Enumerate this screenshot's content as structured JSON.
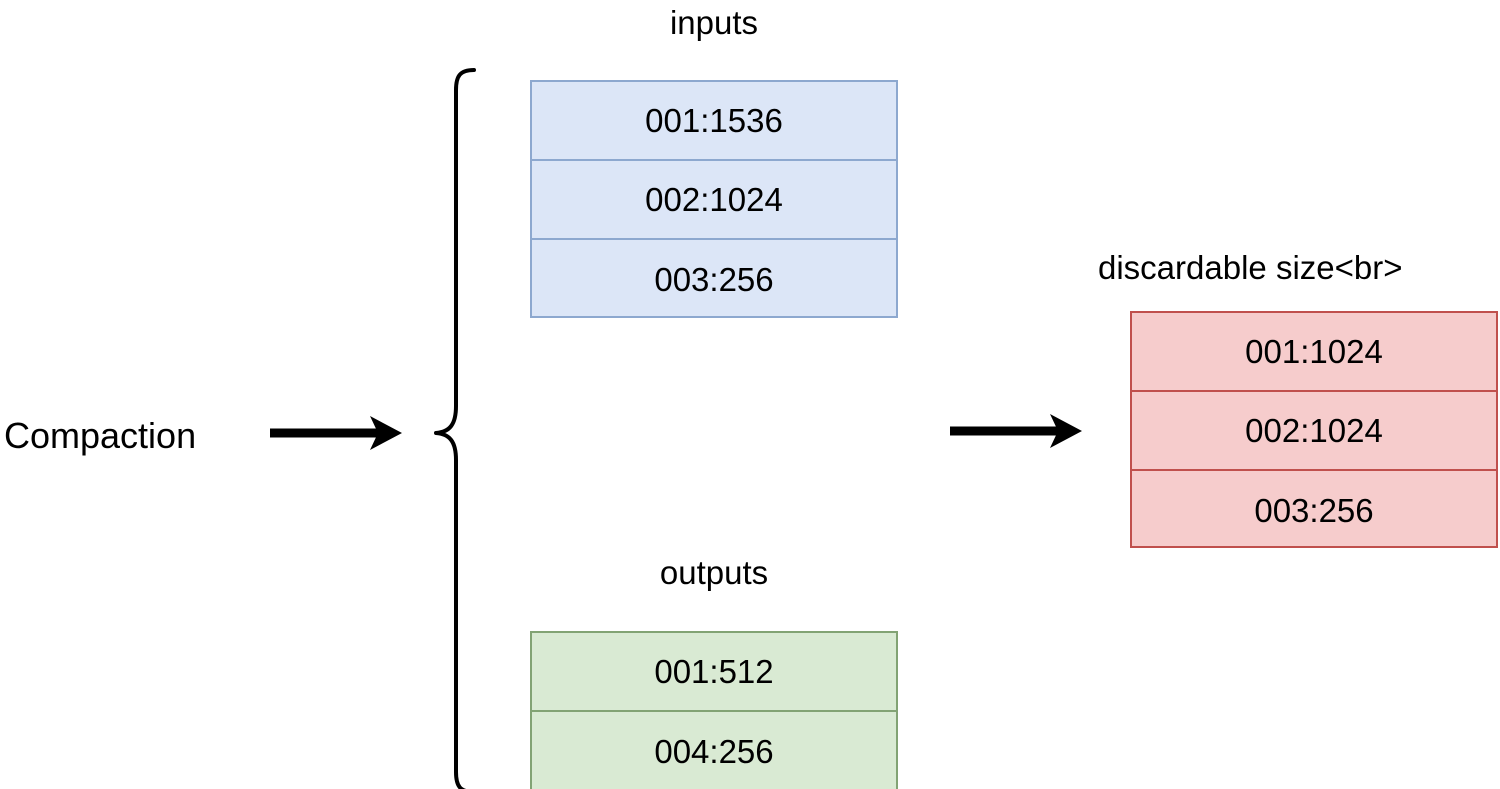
{
  "diagram": {
    "title_text": "Compaction",
    "type": "flow",
    "process_label": "Compaction",
    "groups": {
      "inputs": {
        "label": "inputs",
        "color_fill": "#dce6f7",
        "color_border": "#8da8cf",
        "rows": [
          {
            "text": "001:1536",
            "file": "001",
            "size": 1536
          },
          {
            "text": "002:1024",
            "file": "002",
            "size": 1024
          },
          {
            "text": "003:256",
            "file": "003",
            "size": 256
          }
        ]
      },
      "outputs": {
        "label": "outputs",
        "color_fill": "#d9ead3",
        "color_border": "#82a374",
        "rows": [
          {
            "text": "001:512",
            "file": "001",
            "size": 512
          },
          {
            "text": "004:256",
            "file": "004",
            "size": 256
          }
        ]
      },
      "discardable": {
        "label": "discardable size<br>",
        "color_fill": "#f6cccc",
        "color_border": "#c0504d",
        "rows": [
          {
            "text": "001:1024",
            "file": "001",
            "size": 1024
          },
          {
            "text": "002:1024",
            "file": "002",
            "size": 1024
          },
          {
            "text": "003:256",
            "file": "003",
            "size": 256
          }
        ]
      }
    },
    "connectors": {
      "arrow_in": "arrow-right-icon",
      "arrow_out": "arrow-right-icon",
      "brace": "curly-brace-icon"
    },
    "colors": {
      "stroke": "#000000",
      "background": "#ffffff"
    }
  }
}
